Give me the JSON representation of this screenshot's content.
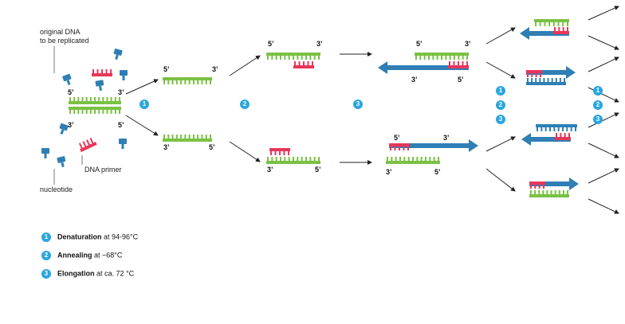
{
  "labels": {
    "original_dna": "original DNA",
    "original_dna_2": "to be replicated",
    "dna_primer": "DNA primer",
    "nucleotide": "nucleotide",
    "five_prime": "5’",
    "three_prime": "3’"
  },
  "steps": [
    "1",
    "2",
    "3"
  ],
  "legend": [
    {
      "number": "1",
      "title": "Denaturation",
      "detail": " at 94-96°C"
    },
    {
      "number": "2",
      "title": "Annealing",
      "detail": " at ~68°C"
    },
    {
      "number": "3",
      "title": "Elongation",
      "detail": " at ca. 72 °C"
    }
  ],
  "colors": {
    "template_strand": "#7ac143",
    "primer": "#e8365a",
    "new_strand": "#2f7fb5",
    "step_badge": "#2aa6df",
    "arrow": "#222222"
  }
}
